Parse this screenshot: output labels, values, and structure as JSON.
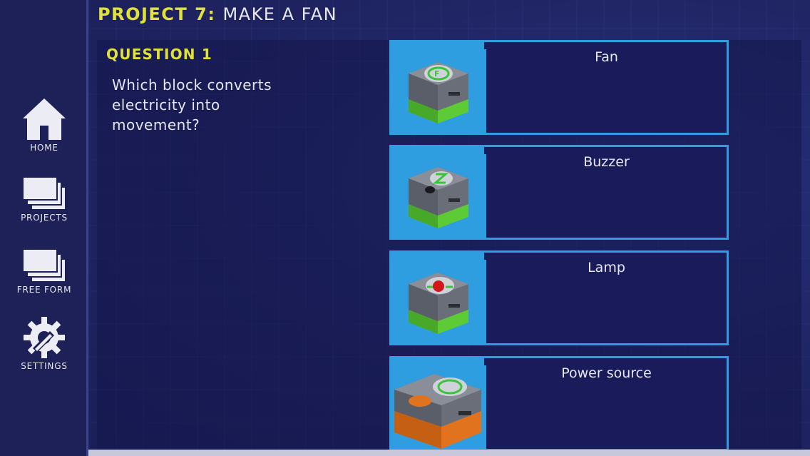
{
  "sidebar": {
    "items": [
      {
        "label": "HOME",
        "icon": "home-icon"
      },
      {
        "label": "PROJECTS",
        "icon": "stacked-cards-icon"
      },
      {
        "label": "FREE FORM",
        "icon": "stacked-cards-icon"
      },
      {
        "label": "SETTINGS",
        "icon": "gear-wrench-icon"
      }
    ]
  },
  "header": {
    "project": "PROJECT 7:",
    "name": "MAKE A FAN"
  },
  "question": {
    "label": "QUESTION 1",
    "text": "Which block converts electricity into movement?"
  },
  "answers": [
    {
      "label": "Fan",
      "icon": "fan-block-icon"
    },
    {
      "label": "Buzzer",
      "icon": "buzzer-block-icon"
    },
    {
      "label": "Lamp",
      "icon": "lamp-block-icon"
    },
    {
      "label": "Power source",
      "icon": "power-source-block-icon"
    }
  ],
  "colors": {
    "accent_yellow": "#e0e23a",
    "answer_blue": "#2f9ee0",
    "background": "#1f2460"
  }
}
